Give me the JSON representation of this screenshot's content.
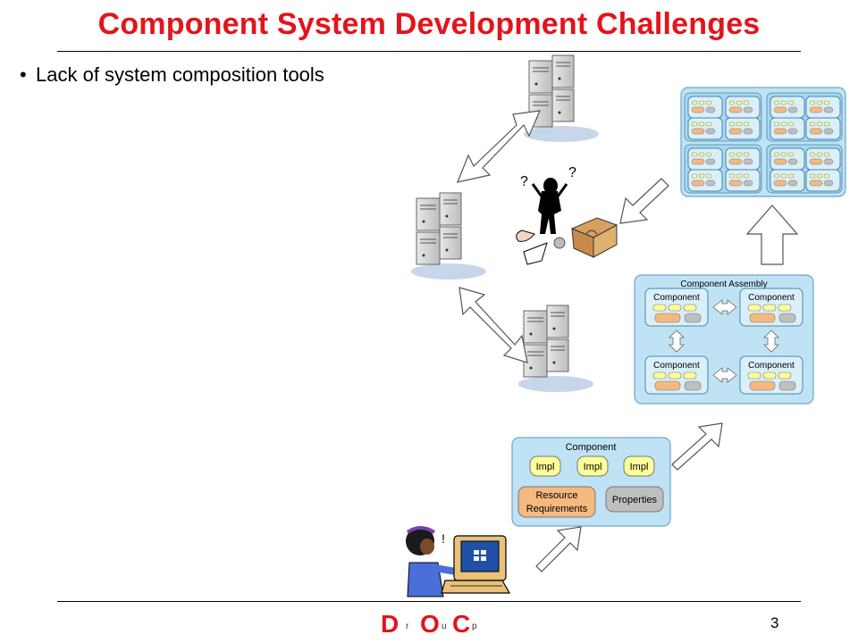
{
  "slide": {
    "title": "Component System Development Challenges",
    "bullet": "Lack of system composition tools",
    "page_number": "3"
  },
  "component_box": {
    "header": "Component",
    "impl_labels": [
      "Impl",
      "Impl",
      "Impl"
    ],
    "resource_line1": "Resource",
    "resource_line2": "Requirements",
    "properties": "Properties"
  },
  "assembly_box": {
    "header": "Component Assembly",
    "component_labels": [
      "Component",
      "Component",
      "Component",
      "Component"
    ]
  },
  "logo": {
    "letters": [
      "D",
      "r",
      "O",
      "u",
      "C",
      "p"
    ],
    "accent": "#e3141b"
  },
  "colors": {
    "box_fill": "#bfe3f5",
    "box_stroke": "#6aa7c7",
    "impl_fill": "#ffff99",
    "resource_fill": "#f5b980",
    "properties_fill": "#bfbfbf"
  }
}
